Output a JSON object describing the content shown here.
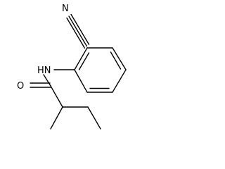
{
  "molecule": {
    "atoms": {
      "nitrile_n": "N",
      "amide_nh": "HN",
      "carbonyl_o": "O"
    }
  }
}
